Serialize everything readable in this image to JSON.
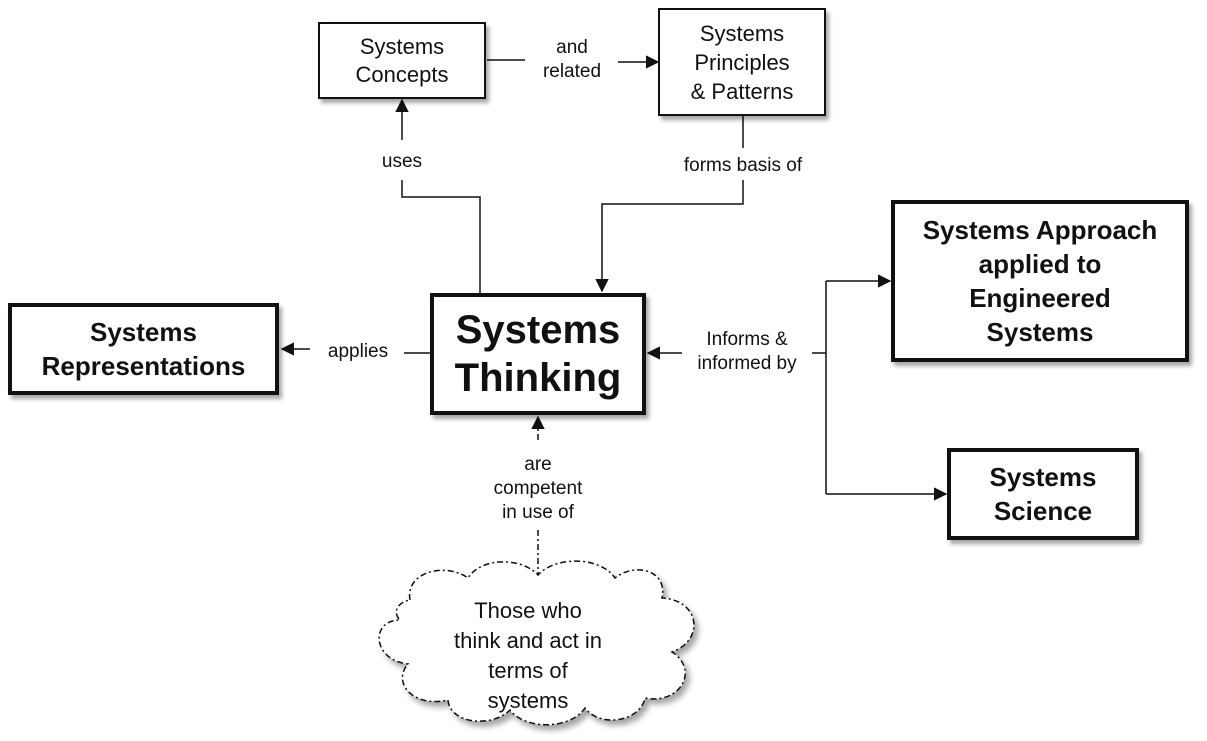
{
  "nodes": {
    "systems_concepts": [
      "Systems",
      "Concepts"
    ],
    "systems_principles": [
      "Systems",
      "Principles",
      "& Patterns"
    ],
    "systems_approach": [
      "Systems Approach",
      "applied to",
      "Engineered",
      "Systems"
    ],
    "systems_representations": [
      "Systems",
      "Representations"
    ],
    "systems_thinking": [
      "Systems",
      "Thinking"
    ],
    "systems_science": [
      "Systems",
      "Science"
    ],
    "those_who_think": [
      "Those who",
      "think and act in",
      "terms of",
      "systems"
    ]
  },
  "edges": {
    "and_related": [
      "and",
      "related"
    ],
    "uses": "uses",
    "forms_basis_of": "forms basis of",
    "applies": "applies",
    "informs": [
      "Informs &",
      "informed by"
    ],
    "are_competent": [
      "are",
      "competent",
      "in use of"
    ]
  },
  "colors": {
    "stroke": "#111111",
    "fill": "#ffffff"
  }
}
